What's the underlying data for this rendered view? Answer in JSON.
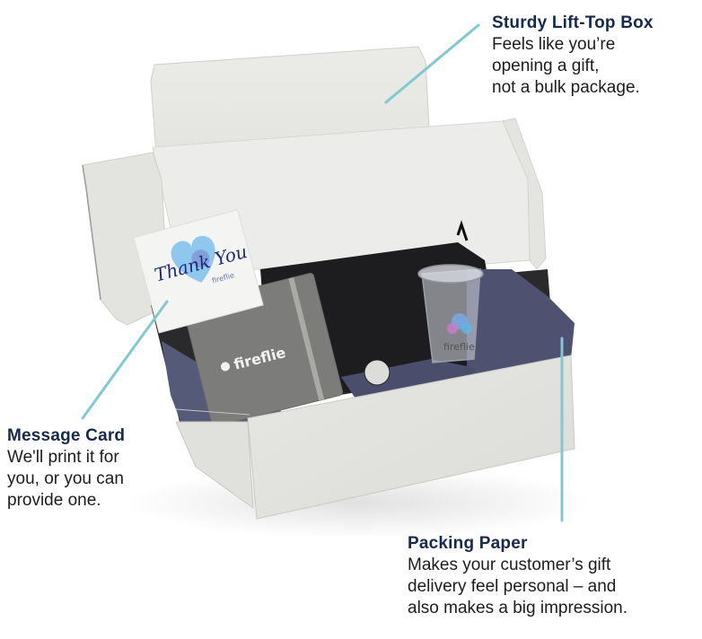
{
  "callouts": {
    "box": {
      "title": "Sturdy Lift-Top Box",
      "lines": [
        "Feels like you’re",
        "opening a gift,",
        "not a bulk package."
      ]
    },
    "card": {
      "title": "Message Card",
      "lines": [
        "We'll print it for",
        "you, or you can",
        "provide one."
      ]
    },
    "paper": {
      "title": "Packing Paper",
      "lines": [
        "Makes your customer’s gift",
        "delivery feel personal – and",
        "also makes a big impression."
      ]
    }
  },
  "product": {
    "card_text": "Thank You",
    "card_brand": "fireflie",
    "notebook_brand": "fireflie",
    "cup_brand": "fireflie"
  },
  "colors": {
    "title": "#16294f",
    "body_text": "#1c1c1c",
    "callout_line": "#7fc9d3",
    "box_white": "#e9e9e6",
    "tissue": "#4e5270",
    "bag": "#1c1c1e",
    "notebook": "#7c7c7a",
    "heart": "#8fc8ef"
  }
}
